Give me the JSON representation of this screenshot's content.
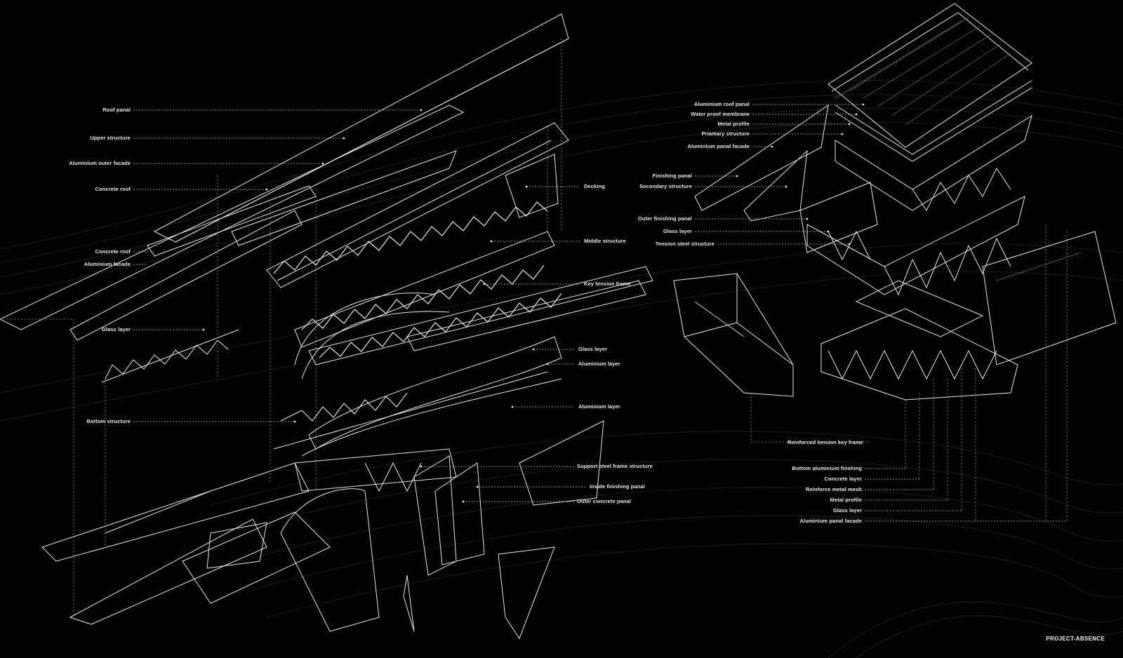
{
  "left_model": {
    "labels_left": [
      "Roof panal",
      "Upper structure",
      "Aluminium outer facade",
      "Concrete roof",
      "Concrete roof",
      "Aluminium facade",
      "Glass layer",
      "Bottom structure"
    ],
    "labels_right": [
      "Decking",
      "Middle structure",
      "Key tension frame",
      "Glass layer",
      "Aluminium layer",
      "Aluminium layer",
      "Support steel frame structure",
      "Inside finishing panal",
      "Outer concrete panal"
    ]
  },
  "right_model": {
    "labels_top": [
      "Aluminium roof panal",
      "Water proof membrane",
      "Metal profile",
      "Priamary structure",
      "Aluminium panal facade",
      "Finishing panal",
      "Secondary structure",
      "Outer finishing panal",
      "Glass layer",
      "Tension steel structure"
    ],
    "labels_bottom": [
      "Reinforced tension key frame",
      "Bottom aluminium finshing",
      "Concrete layer",
      "Reinforce metal mesh",
      "Metal profile",
      "Glass layer",
      "Aluminium panal facade"
    ]
  },
  "credit": "PROJECT-ABSENCE",
  "colors": {
    "background": "#030303",
    "linework": "#e6e6e6",
    "leader": "#bdbdbd",
    "contour": "#262626"
  }
}
